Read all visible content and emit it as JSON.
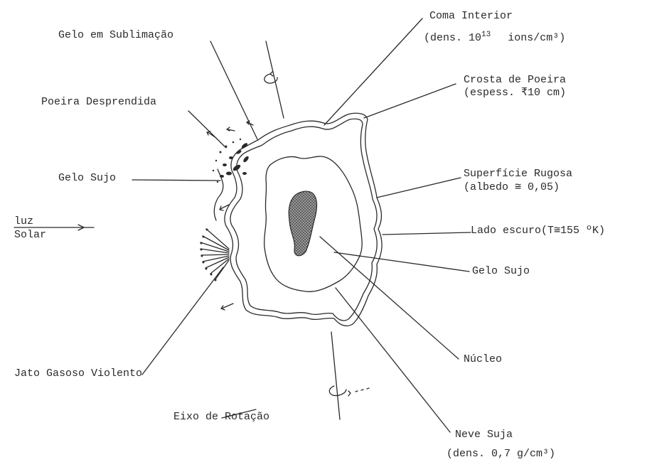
{
  "colors": {
    "ink": "#2a2a2a",
    "paper": "#ffffff",
    "nucleus_fill": "#555555"
  },
  "labels": {
    "coma_interior": "Coma Interior",
    "coma_density_prefix": "(dens. 10",
    "coma_density_exp": "13",
    "coma_density_suffix": "ions/cm³)",
    "crosta_title": "Crosta de Poeira",
    "crosta_thickness": "(espess. ₹10 cm)",
    "gelo_sublimacao": "Gelo em Sublimação",
    "poeira_desprendida": "Poeira Desprendida",
    "gelo_sujo_left": "Gelo Sujo",
    "superficie_rugosa": "Superfície Rugosa",
    "superficie_albedo": "(albedo ≅ 0,05)",
    "luz": "luz",
    "solar": "Solar",
    "lado_escuro": "Lado escuro(T≅155 ºK)",
    "gelo_sujo_right": "Gelo Sujo",
    "nucleo": "Núcleo",
    "jato_gasoso": "Jato Gasoso Violento",
    "eixo_rotacao": "Eixo de Rotação",
    "neve_suja": "Neve Suja",
    "neve_density": "(dens.  0,7 g/cm³)"
  }
}
